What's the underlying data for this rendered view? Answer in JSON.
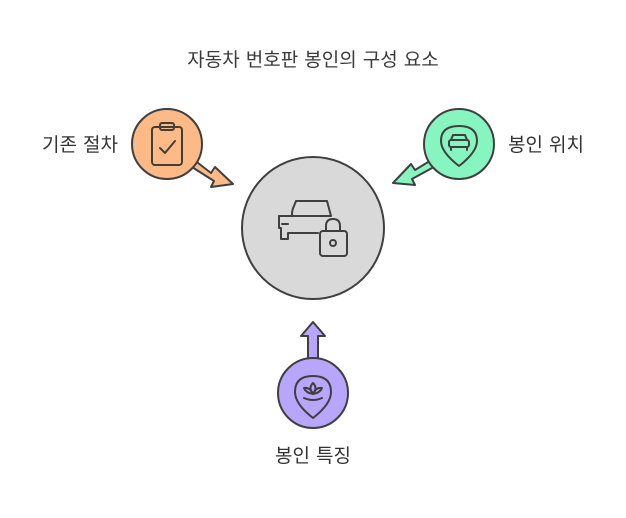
{
  "title": "자동차 번호판 봉인의 구성 요소",
  "center": {
    "icon": "car-lock-icon",
    "color": "#d9d9d9"
  },
  "nodes": [
    {
      "label": "기존 절차",
      "icon": "clipboard-check-icon",
      "color": "#fdba86"
    },
    {
      "label": "봉인 위치",
      "icon": "location-car-icon",
      "color": "#86f5c0"
    },
    {
      "label": "봉인 특징",
      "icon": "location-lotus-icon",
      "color": "#b8a5fc"
    }
  ],
  "stroke_color": "#3f3f3f"
}
